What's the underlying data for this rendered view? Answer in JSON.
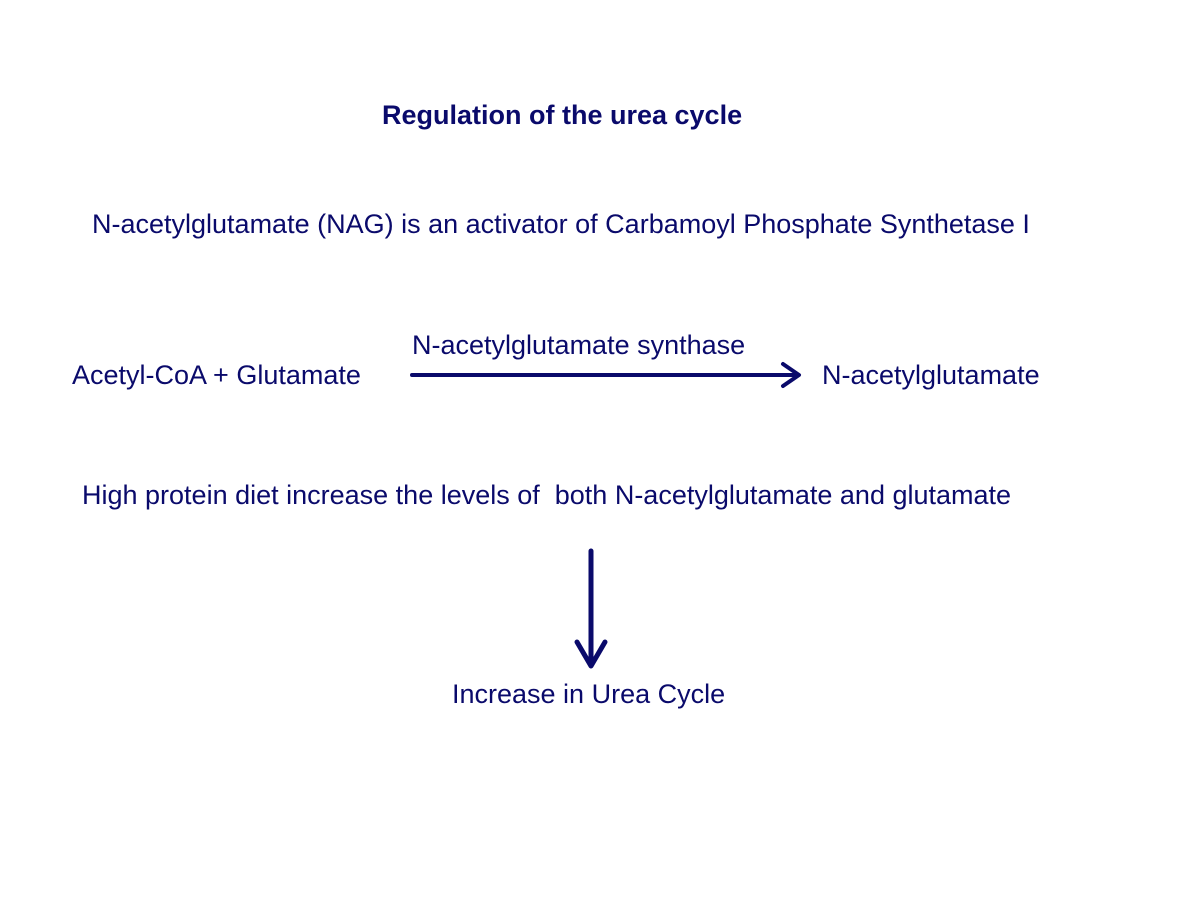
{
  "slide": {
    "title": "Regulation of the urea cycle",
    "statement": "N-acetylglutamate (NAG) is an activator of Carbamoyl Phosphate Synthetase I",
    "reaction": {
      "substrates": "Acetyl-CoA + Glutamate",
      "enzyme": "N-acetylglutamate synthase",
      "product": "N-acetylglutamate"
    },
    "diet_effect": "High protein diet increase the levels of  both N-acetylglutamate and glutamate",
    "outcome": "Increase in Urea Cycle"
  },
  "colors": {
    "text": "#0a0a6b",
    "arrow": "#0a0a6b",
    "background": "#ffffff"
  }
}
